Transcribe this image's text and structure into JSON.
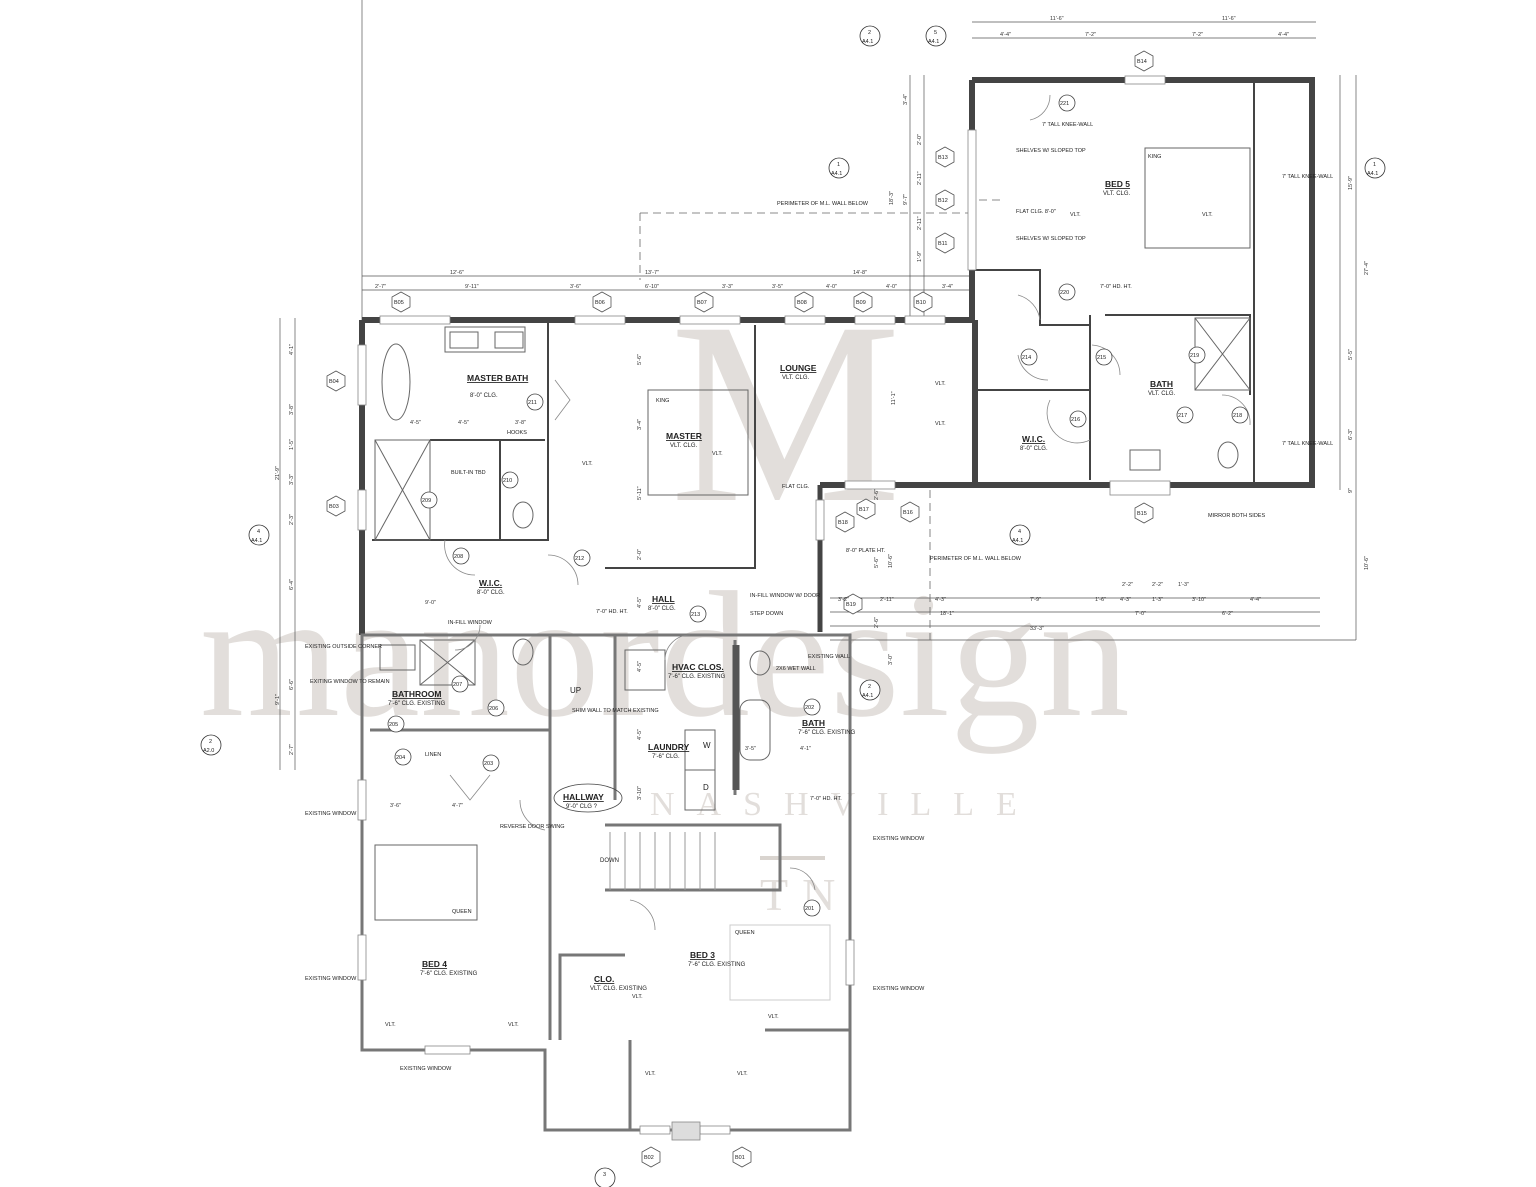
{
  "drawing": {
    "type": "architectural floor plan",
    "level": "upper level",
    "watermark": {
      "brand": "manordesign",
      "city": "NASHVILLE",
      "state": "TN",
      "monogram": "M"
    }
  },
  "section_markers": [
    {
      "id": "s1",
      "number": "2",
      "sheet": "A4.1"
    },
    {
      "id": "s2",
      "number": "5",
      "sheet": "A4.1"
    },
    {
      "id": "s3",
      "number": "1",
      "sheet": "A4.1"
    },
    {
      "id": "s4",
      "number": "1",
      "sheet": "A4.1"
    },
    {
      "id": "s5",
      "number": "4",
      "sheet": "A4.1"
    },
    {
      "id": "s6",
      "number": "4",
      "sheet": "A4.1"
    },
    {
      "id": "s7",
      "number": "2",
      "sheet": "A4.1"
    },
    {
      "id": "s8",
      "number": "2",
      "sheet": "A2.0"
    },
    {
      "id": "s9",
      "number": "3",
      "sheet": ""
    }
  ],
  "window_tags": [
    "B01",
    "B02",
    "B03",
    "B04",
    "B05",
    "B06",
    "B07",
    "B08",
    "B09",
    "B10",
    "B11",
    "B12",
    "B13",
    "B14",
    "B15",
    "B16",
    "B17",
    "B18",
    "B19"
  ],
  "rooms": [
    {
      "name": "BED 5",
      "ceiling": "VLT. CLG."
    },
    {
      "name": "MASTER BATH",
      "ceiling": "8'-0\" CLG."
    },
    {
      "name": "LOUNGE",
      "ceiling": "VLT. CLG."
    },
    {
      "name": "MASTER",
      "ceiling": "VLT. CLG."
    },
    {
      "name": "BATH",
      "ceiling": "VLT. CLG."
    },
    {
      "name": "W.I.C.",
      "ceiling": "8'-0\" CLG."
    },
    {
      "name": "W.I.C.",
      "ceiling": "8'-0\" CLG."
    },
    {
      "name": "HALL",
      "ceiling": "8'-0\" CLG."
    },
    {
      "name": "HVAC CLOS.",
      "ceiling": "7'-6\" CLG. EXISTING"
    },
    {
      "name": "BATHROOM",
      "ceiling": "7'-6\" CLG. EXISTING"
    },
    {
      "name": "LAUNDRY",
      "ceiling": "7'-6\" CLG."
    },
    {
      "name": "BATH",
      "ceiling": "7'-6\" CLG. EXISTING"
    },
    {
      "name": "HALLWAY",
      "ceiling": "9'-0\" CLG ?"
    },
    {
      "name": "BED 4",
      "ceiling": "7'-6\" CLG. EXISTING"
    },
    {
      "name": "CLO.",
      "ceiling": "VLT. CLG. EXISTING"
    },
    {
      "name": "BED 3",
      "ceiling": "7'-6\" CLG. EXISTING"
    }
  ],
  "door_tags": [
    "201",
    "202",
    "203",
    "204",
    "205",
    "206",
    "207",
    "208",
    "209",
    "210",
    "211",
    "212",
    "213",
    "214",
    "215",
    "216",
    "217",
    "218",
    "219",
    "220",
    "221"
  ],
  "furniture": {
    "bed5": "KING",
    "master": "KING",
    "bed4": "QUEEN",
    "bed3": "QUEEN",
    "washer": "W",
    "dryer": "D",
    "linen": "LINEN",
    "stairs": "DOWN",
    "stairs_up": "UP"
  },
  "notes": {
    "knee_wall_1": "7' TALL KNEE-WALL",
    "knee_wall_2": "7' TALL KNEE-WALL",
    "knee_wall_3": "7' TALL KNEE-WALL",
    "shelves_1": "SHELVES W/ SLOPED TOP",
    "shelves_2": "SHELVES W/ SLOPED TOP",
    "flat_clg": "FLAT CLG. 8'-0\"",
    "vlt_clg": "VLT. CLG.",
    "hd_ht_220": "7'-0\" HD. HT.",
    "perimeter_1": "PERIMETER OF M.L. WALL BELOW",
    "perimeter_2": "PERIMETER OF M.L. WALL BELOW",
    "mirror": "MIRROR BOTH SIDES",
    "hooks": "HOOKS",
    "built_in": "BUILT-IN TBD",
    "infill_window": "IN-FILL WINDOW",
    "hd_ht_hall": "7'-0\" HD. HT.",
    "infill_window_door": "IN-FILL WINDOW W/ DOOR",
    "step_down": "STEP DOWN",
    "existing_wall": "EXISTING WALL",
    "wet_wall": "2X6 WET WALL",
    "plate_ht": "8'-0\" PLATE HT.",
    "flat_clg_lounge": "FLAT CLG.",
    "existing_corner": "EXISTING OUTSIDE CORNER",
    "exiting_window": "EXITING WINDOW TO REMAIN",
    "shim_wall": "SHIM WALL TO MATCH EXISTING",
    "existing_window_1": "EXISTING WINDOW",
    "existing_window_2": "EXISTING WINDOW",
    "existing_window_3": "EXISTING WINDOW",
    "existing_window_4": "EXISTING WINDOW",
    "existing_window_5": "EXISTING WINDOW",
    "reverse_door": "REVERSE DOOR SWING",
    "hd_ht_stairs": "7'-0\" HD. HT.",
    "vlt": "VLT."
  },
  "dimensions": {
    "top_bed5_overall": [
      "11'-6\"",
      "11'-6\""
    ],
    "top_bed5_sub": [
      "4'-4\"",
      "7'-2\"",
      "7'-2\"",
      "4'-4\""
    ],
    "top_main_overall": [
      "12'-6\"",
      "13'-7\"",
      "14'-8\""
    ],
    "top_main_sub": [
      "2'-7\"",
      "9'-11\"",
      "3'-6\"",
      "6'-10\"",
      "3'-3\"",
      "3'-5\"",
      "4'-0\"",
      "4'-0\"",
      "3'-4\""
    ],
    "bed5_left_vertical": [
      "3'-4\"",
      "2'-0\"",
      "2'-11\"",
      "2'-11\"",
      "1'-9\"",
      "9'-7\"",
      "18'-3\""
    ],
    "right_vertical": [
      "15'-9\"",
      "5'-5\"",
      "6'-3\"",
      "27'-4\"",
      "9\"",
      "10'-6\""
    ],
    "left_vertical": [
      "4'-1\"",
      "3'-8\"",
      "1'-5\"",
      "3'-3\"",
      "2'-3\"",
      "6'-4\"",
      "21'-9\"",
      "6'-6\"",
      "2'-7\"",
      "9'-1\""
    ],
    "master_bath_row": [
      "4'-5\"",
      "4'-5\"",
      "3'-8\""
    ],
    "master_vertical": [
      "5'-6\"",
      "3'-4\"",
      "5'-11\"",
      "2'-0\""
    ],
    "lounge_vertical": "11'-1\"",
    "wic_width": "9'-0\"",
    "lower_right_row": [
      "3'-2\"",
      "2'-11\"",
      "4'-3\"",
      "7'-9\"",
      "1'-6\"",
      "4'-3\"",
      "1'-3\"",
      "3'-10\"",
      "4'-4\""
    ],
    "lower_right_sub": [
      "2'-2\"",
      "2'-2\"",
      "1'-3\""
    ],
    "lower_right_mid": [
      "18'-1\"",
      "7'-0\"",
      "6'-2\""
    ],
    "lower_right_overall": "33'-3\"",
    "lower_right_vertical": [
      "2'-6\"",
      "5'-6\"",
      "10'-6\"",
      "2'-6\"",
      "3'-0\""
    ],
    "bath202": [
      "3'-5\"",
      "4'-1\""
    ],
    "hall_vertical": [
      "4'-5\"",
      "4'-5\"",
      "4'-5\"",
      "3'-10\""
    ],
    "bed4_row": [
      "3'-6\"",
      "4'-7\""
    ]
  }
}
